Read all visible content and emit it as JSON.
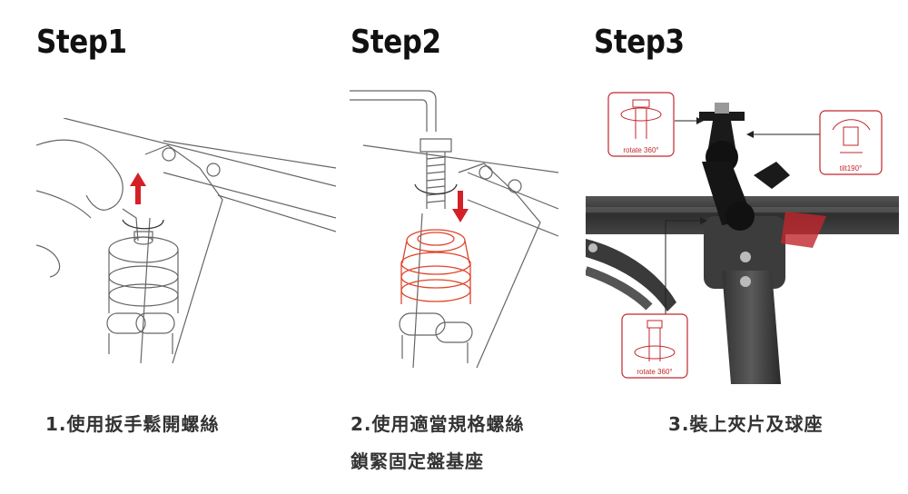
{
  "steps": [
    {
      "title": "Step1",
      "caption_lines": [
        "1.使用扳手鬆開螺絲"
      ]
    },
    {
      "title": "Step2",
      "caption_lines": [
        "2.使用適當規格螺絲",
        "鎖緊固定盤基座"
      ]
    },
    {
      "title": "Step3",
      "caption_lines": [
        "3.裝上夾片及球座"
      ]
    }
  ],
  "badges": {
    "top_left": "rotate 360°",
    "top_right": "tilt190°",
    "bottom": "rotate 360°"
  },
  "colors": {
    "accent_red": "#d42027",
    "outline_red": "#e0452a",
    "line_gray": "#666666"
  }
}
